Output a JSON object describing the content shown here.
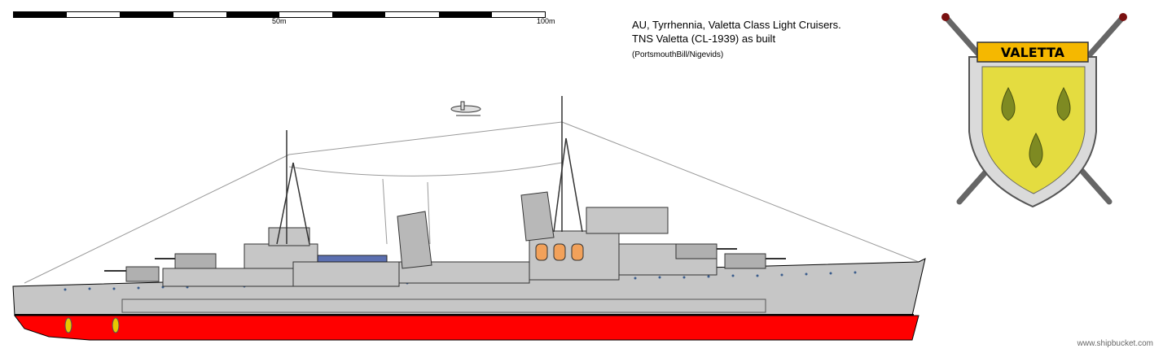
{
  "scale": {
    "mid_label": "50m",
    "end_label": "100m"
  },
  "title": {
    "line1": "AU, Tyrrhennia, Valetta Class Light Cruisers.",
    "line2": "TNS Valetta (CL-1939) as built",
    "line3": "(PortsmouthBill/Nigevids)"
  },
  "crest": {
    "name": "VALETTA",
    "field_color": "#e4dc40",
    "banner_color": "#f5b800",
    "drop_color": "#7e8a22"
  },
  "hull": {
    "upper_color": "#c6c6c6",
    "lower_color": "#ff0000"
  },
  "credit": "www.shipbucket.com"
}
